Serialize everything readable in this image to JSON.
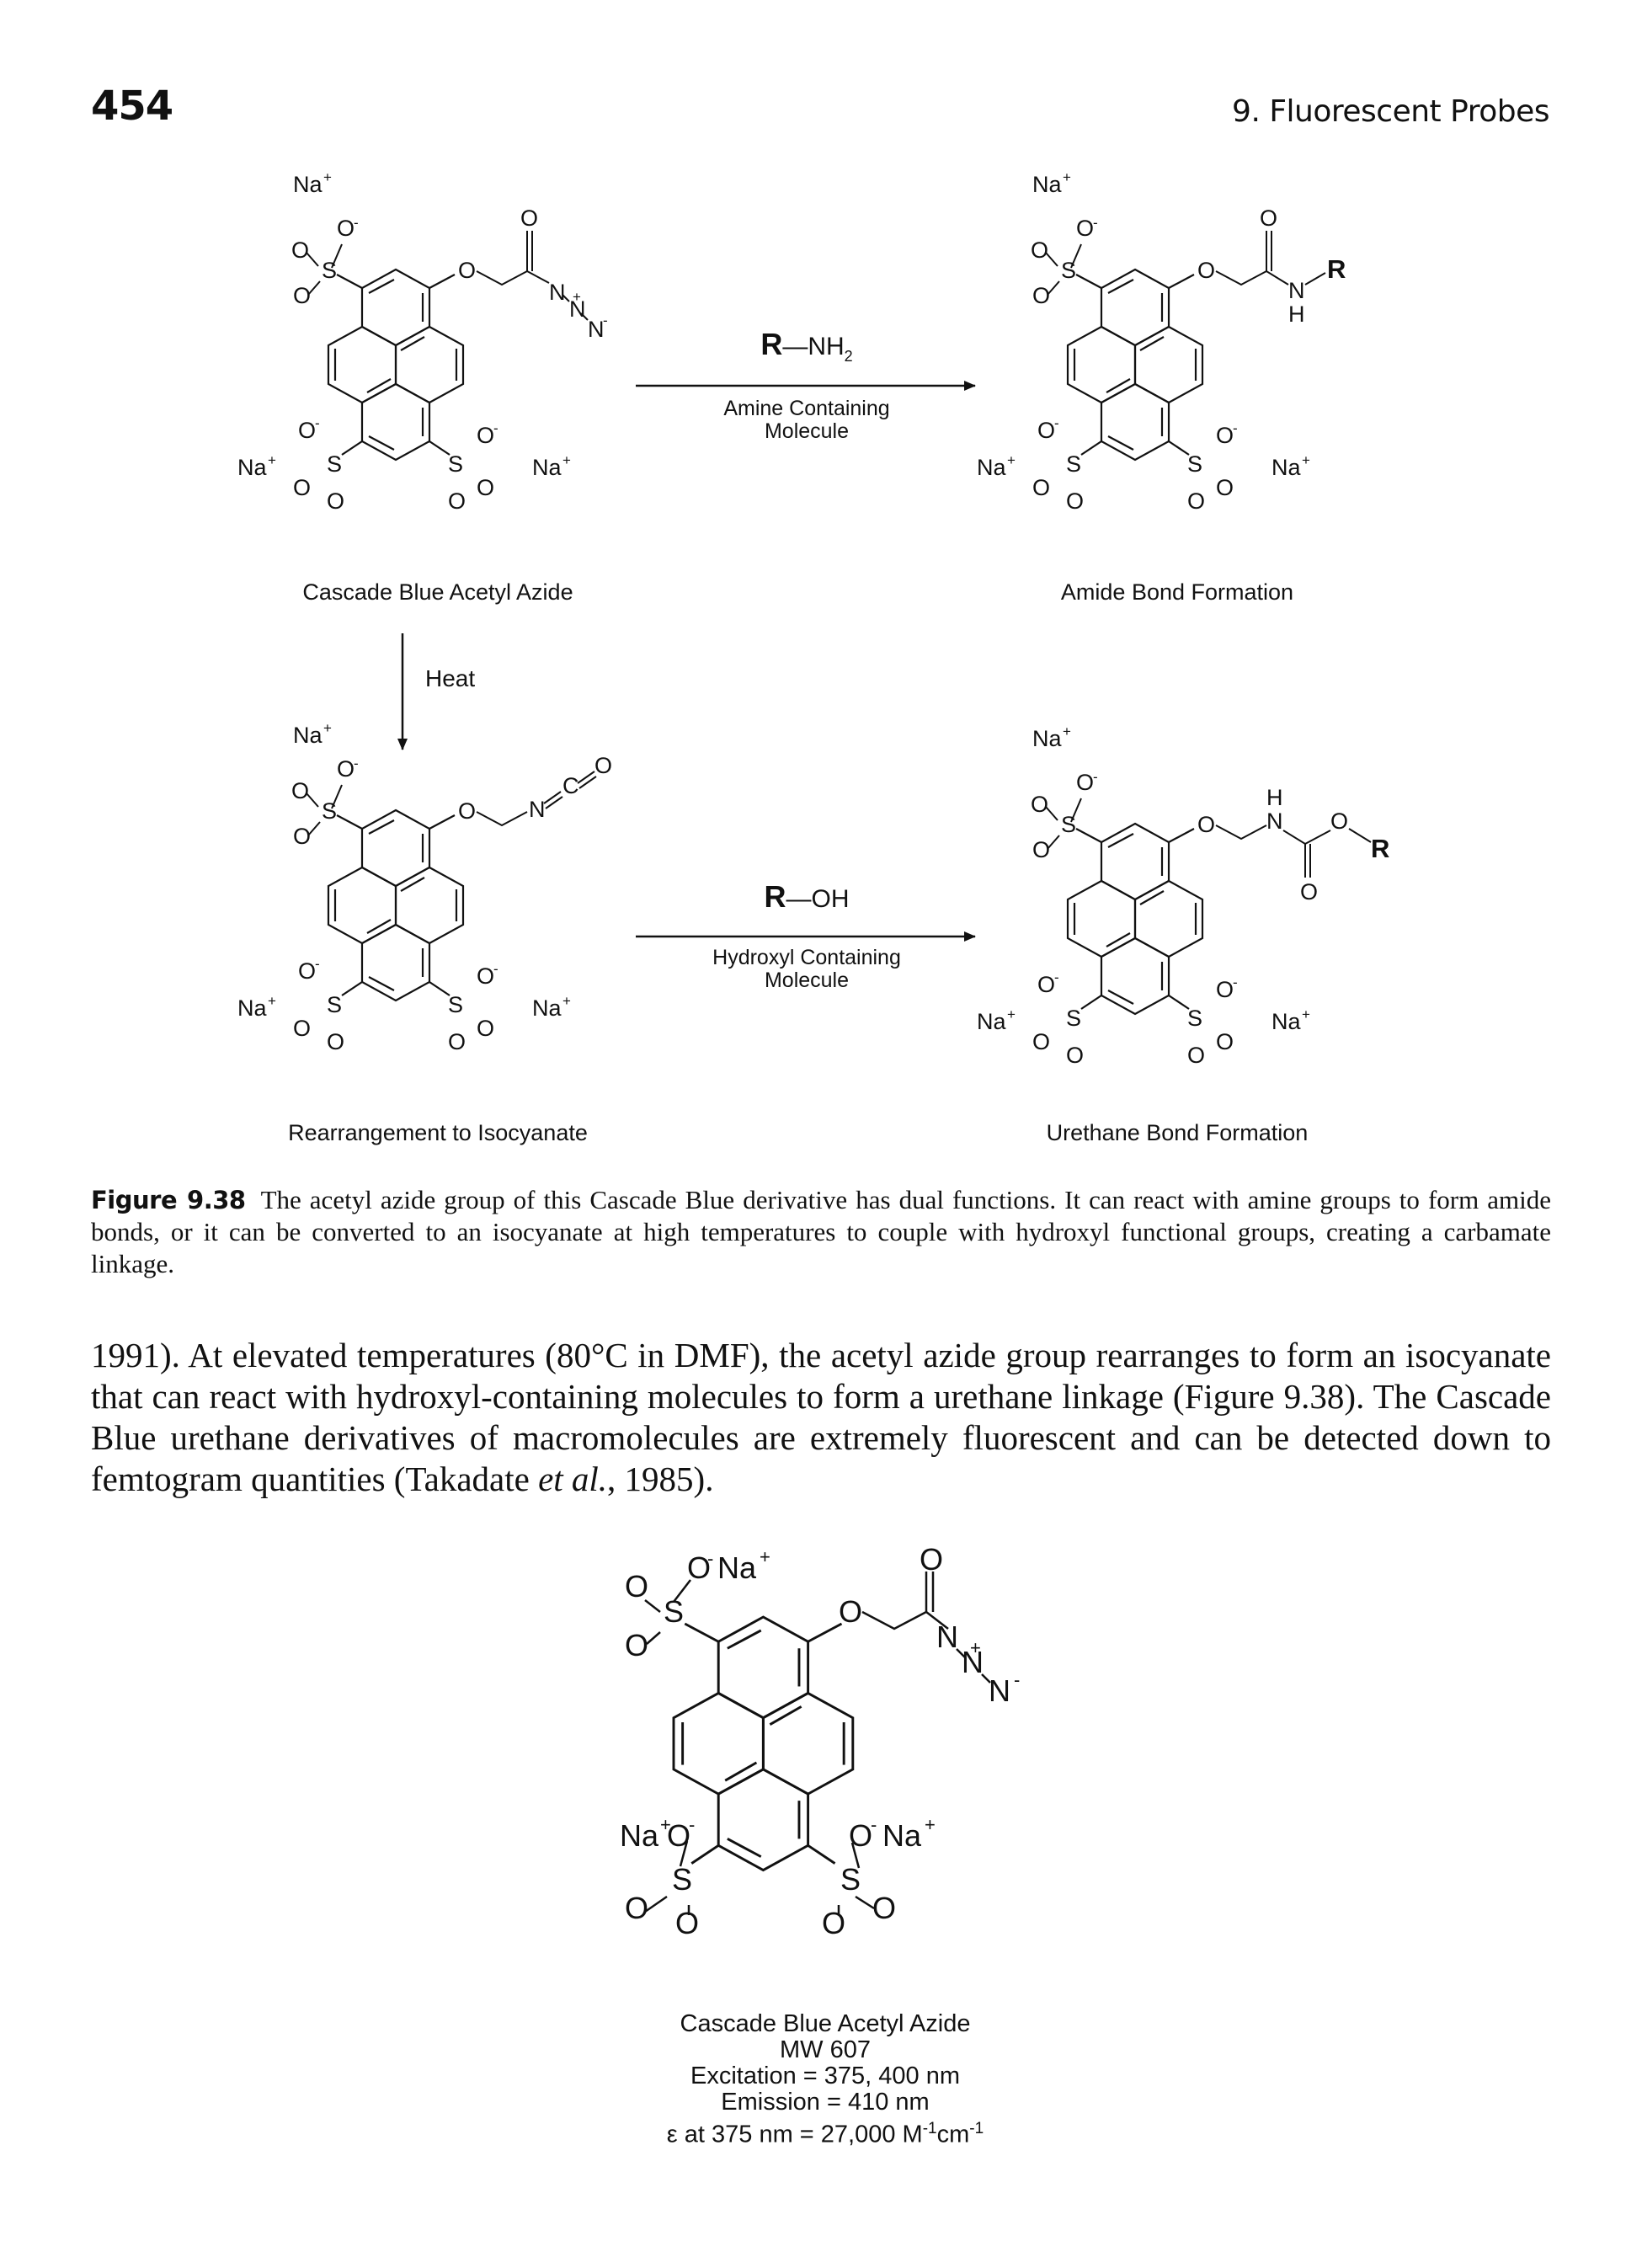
{
  "header": {
    "page_number": "454",
    "running_head": "9. Fluorescent Probes"
  },
  "figure": {
    "structures": {
      "top_left_label": "Cascade Blue Acetyl Azide",
      "top_right_label": "Amide Bond Formation",
      "bottom_left_label": "Rearrangement to Isocyanate",
      "bottom_right_label": "Urethane Bond Formation"
    },
    "reaction1": {
      "reagent": "R",
      "reagent_group": "—NH",
      "reagent_sub": "2",
      "line1": "Amine Containing",
      "line2": "Molecule"
    },
    "reaction2": {
      "reagent": "R",
      "reagent_group": "—OH",
      "line1": "Hydroxyl Containing",
      "line2": "Molecule"
    },
    "heat_label": "Heat",
    "atoms": {
      "na": "Na",
      "plus": "+",
      "minus": "-",
      "o": "O",
      "s": "S",
      "n": "N",
      "c": "C",
      "h": "H",
      "r": "R"
    }
  },
  "caption": {
    "label": "Figure 9.38",
    "text": "The acetyl azide group of this Cascade Blue derivative has dual functions. It can react with amine groups to form amide bonds, or it can be converted to an isocyanate at high temperatures to couple with hydroxyl functional groups, creating a carbamate linkage."
  },
  "body": {
    "paragraph_before": "1991). At elevated temperatures (80°C in DMF), the acetyl azide group rearranges to form an isocyanate that can react with hydroxyl-containing molecules to form a urethane linkage (Figure 9.38). The Cascade Blue urethane derivatives of macromolecules are extremely fluorescent and can be detected down to femtogram quantities (Takadate ",
    "italic": "et al.",
    "paragraph_after": ", 1985)."
  },
  "structure_card": {
    "name": "Cascade Blue Acetyl Azide",
    "mw": "MW 607",
    "excitation": "Excitation = 375, 400 nm",
    "emission": "Emission = 410 nm",
    "epsilon_prefix": "ε at 375 nm = 27,000 M",
    "epsilon_exp1": "-1",
    "epsilon_unit2": "cm",
    "epsilon_exp2": "-1"
  }
}
